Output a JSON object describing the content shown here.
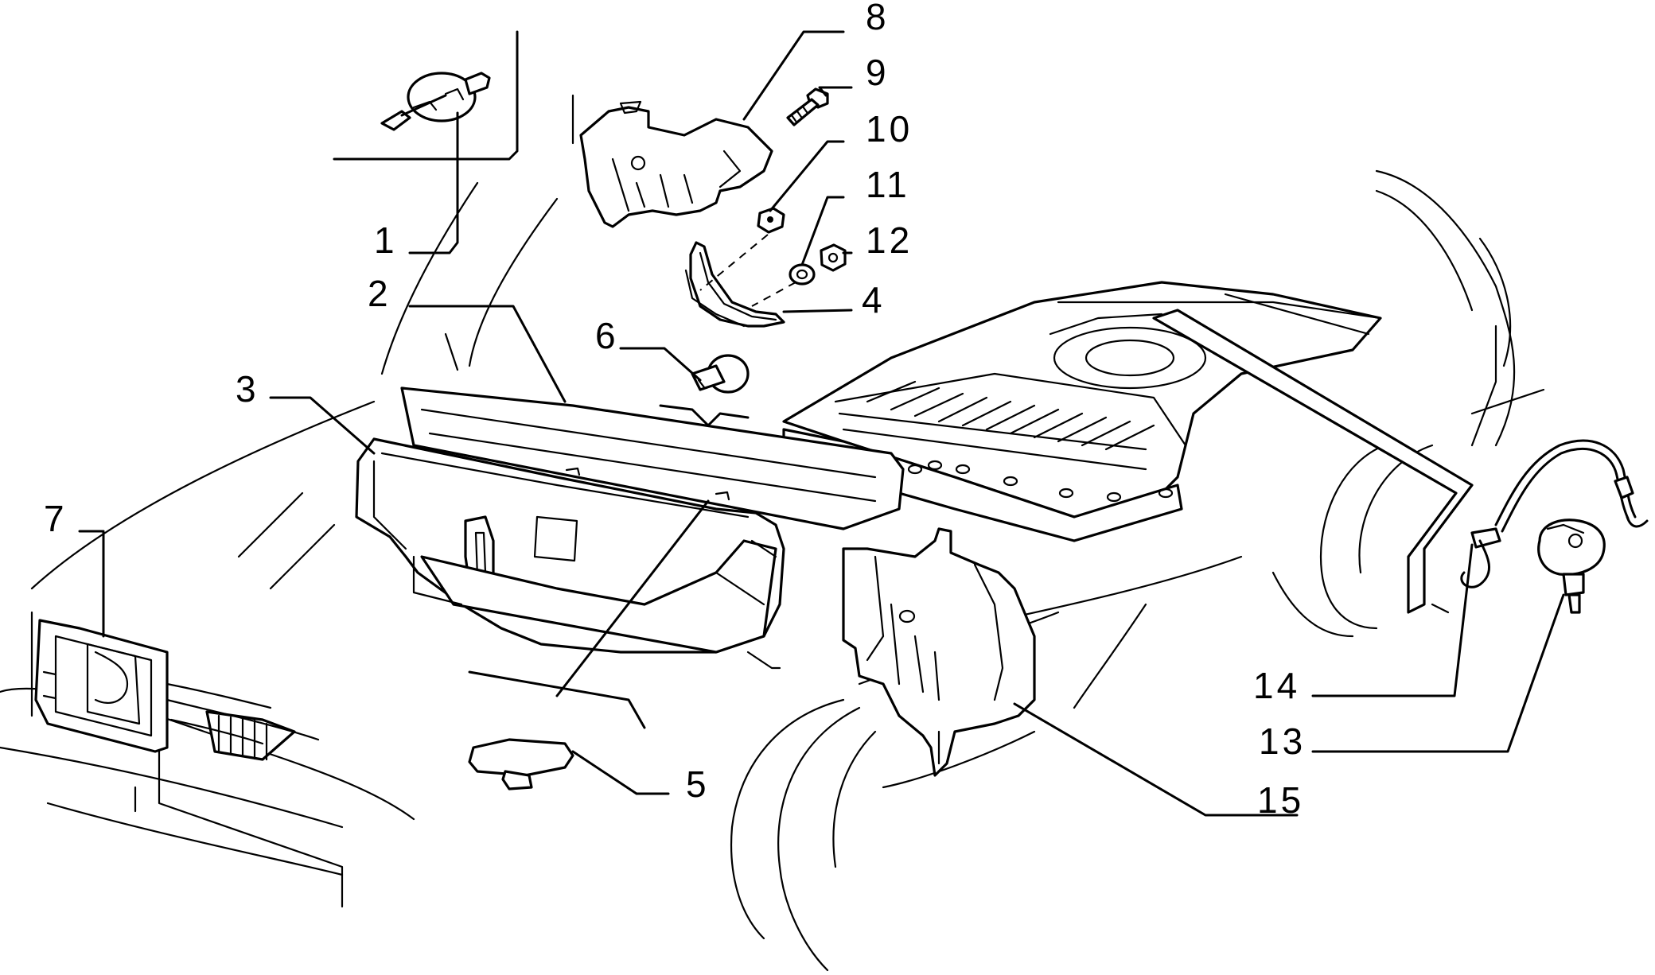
{
  "labels": [
    "1",
    "2",
    "3",
    "4",
    "5",
    "6",
    "7",
    "8",
    "9",
    "10",
    "11",
    "12",
    "13",
    "14",
    "15"
  ]
}
